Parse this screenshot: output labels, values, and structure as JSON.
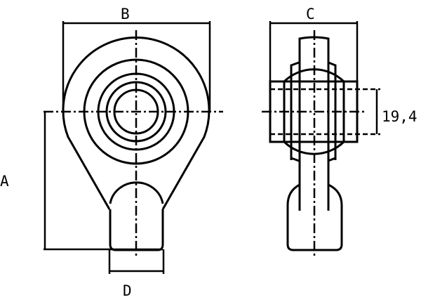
{
  "drawing": {
    "front_view": {
      "dimension_labels": {
        "width": "B",
        "height": "A",
        "shank": "D"
      }
    },
    "side_view": {
      "dimension_labels": {
        "width": "C",
        "bore": "19,4"
      }
    },
    "colors": {
      "line": "#000000",
      "background": "#ffffff"
    }
  }
}
